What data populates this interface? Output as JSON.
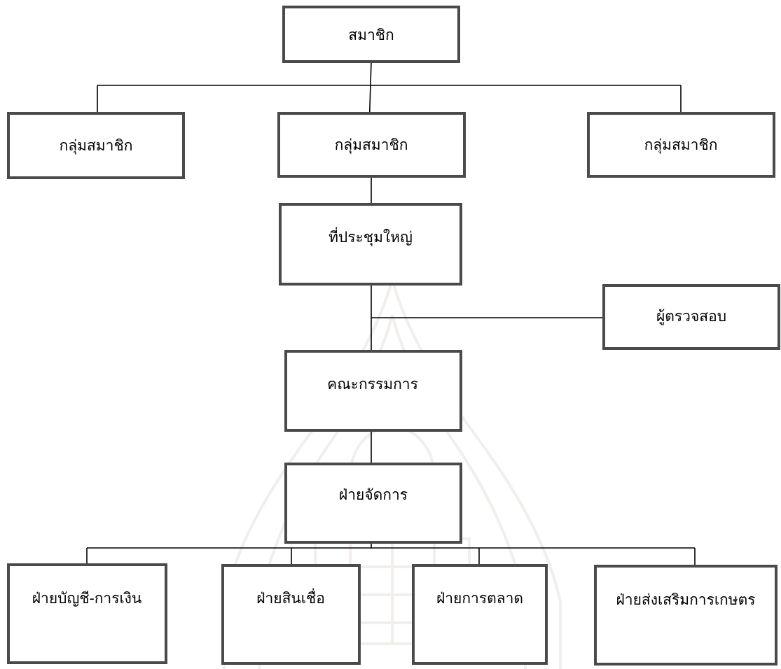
{
  "diagram": {
    "type": "org-chart",
    "nodes": {
      "members": "สมาชิก",
      "group_left": "กลุ่มสมาชิก",
      "group_center": "กลุ่มสมาชิก",
      "group_right": "กลุ่มสมาชิก",
      "general_meeting": "ที่ประชุมใหญ่",
      "auditor": "ผู้ตรวจสอบ",
      "committee": "คณะกรรมการ",
      "management": "ฝ่ายจัดการ",
      "dept_accounting": "ฝ่ายบัญชี-การเงิน",
      "dept_credit": "ฝ่ายสินเชื่อ",
      "dept_marketing": "ฝ่ายการตลาด",
      "dept_agriculture": "ฝ่ายส่งเสริมการเกษตร"
    },
    "edges": [
      [
        "members",
        "group_left"
      ],
      [
        "members",
        "group_center"
      ],
      [
        "members",
        "group_right"
      ],
      [
        "group_center",
        "general_meeting"
      ],
      [
        "general_meeting",
        "auditor"
      ],
      [
        "general_meeting",
        "committee"
      ],
      [
        "committee",
        "management"
      ],
      [
        "management",
        "dept_accounting"
      ],
      [
        "management",
        "dept_credit"
      ],
      [
        "management",
        "dept_marketing"
      ],
      [
        "management",
        "dept_agriculture"
      ]
    ]
  }
}
